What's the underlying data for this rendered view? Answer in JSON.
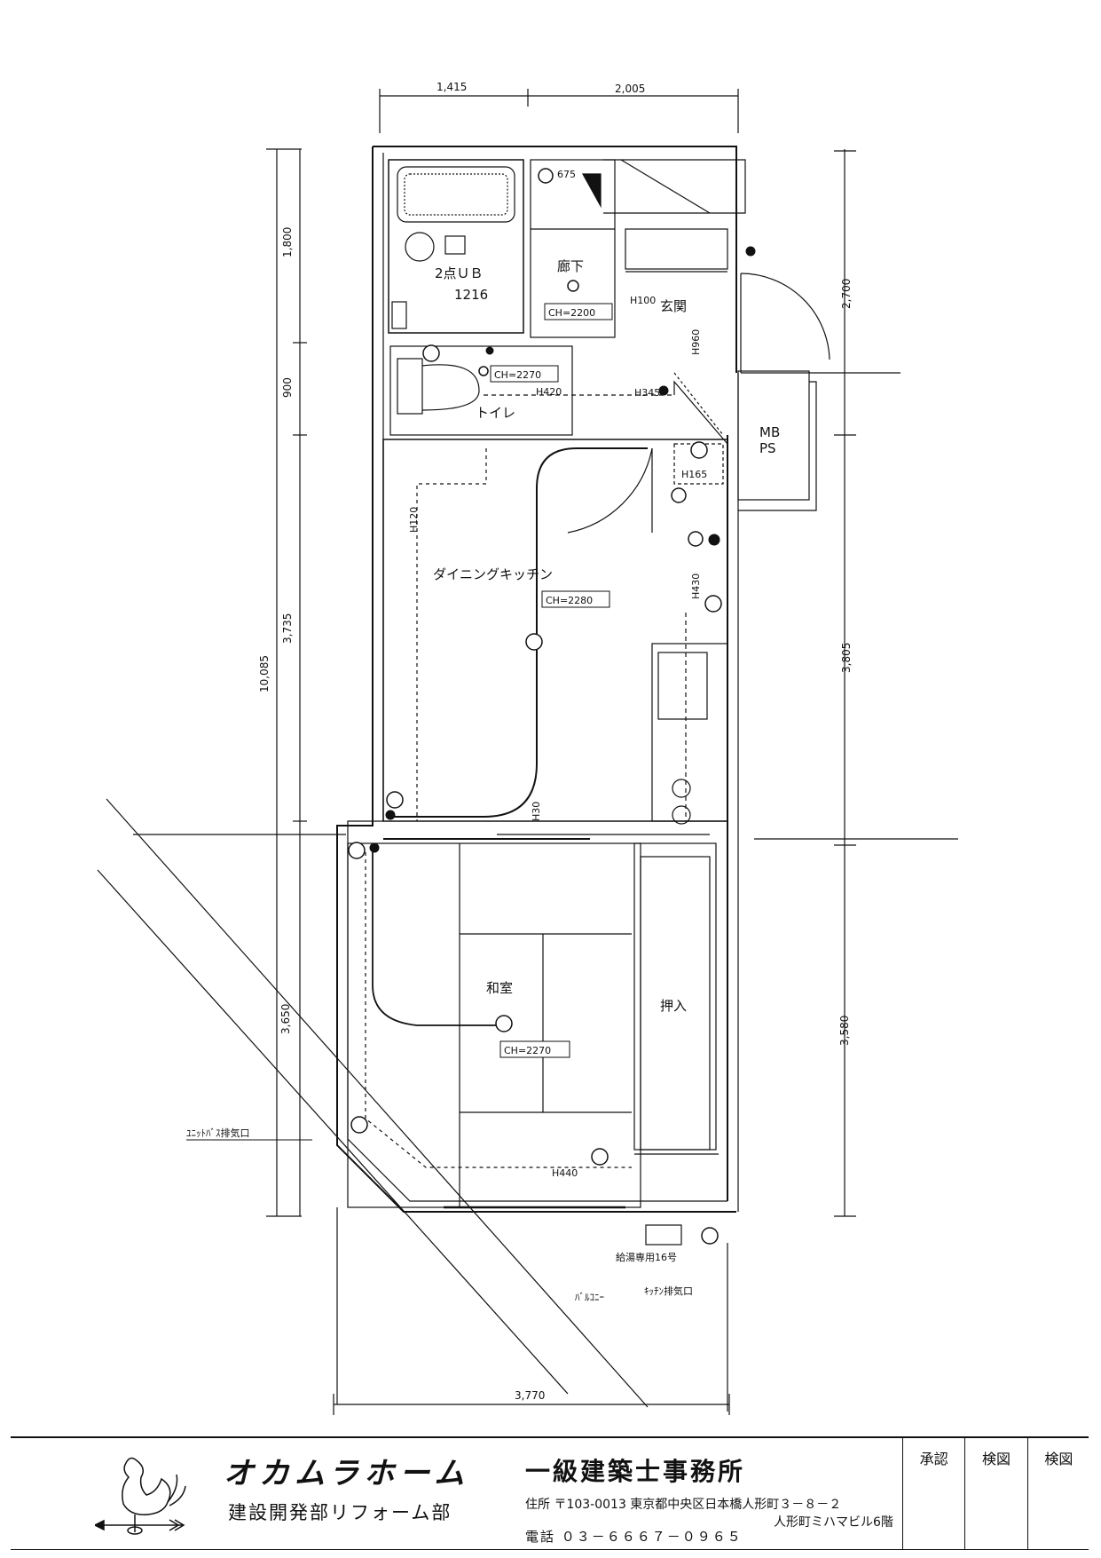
{
  "dimensions": {
    "top_left": "1,415",
    "top_right": "2,005",
    "left_upper": "1,800",
    "left_mid": "900",
    "left_lower": "3,735",
    "left_total": "10,085",
    "left_bottom": "3,650",
    "right_upper": "2,700",
    "right_mid": "3,805",
    "right_lower": "3,580",
    "bottom": "3,770"
  },
  "rooms": {
    "bath": "2点ＵＢ",
    "bath_size": "1216",
    "corridor": "廊下",
    "corridor_ch": "CH=2200",
    "entrance": "玄関",
    "toilet": "トイレ",
    "toilet_ch": "CH=2270",
    "mbps_1": "MB",
    "mbps_2": "PS",
    "dining": "ダイニングキッチン",
    "dining_ch": "CH=2280",
    "washitsu": "和室",
    "washitsu_ch": "CH=2270",
    "oshiire": "押入"
  },
  "heights": {
    "h675": "675",
    "h100": "H100",
    "h960": "H960",
    "h420": "H420",
    "h345": "H345",
    "h165": "H165",
    "h120": "H120",
    "h430": "H430",
    "h30": "H30",
    "h440": "H440"
  },
  "notes": {
    "ub_vent": "ﾕﾆｯﾄﾊﾞｽ排気口",
    "water_heater": "給湯専用16号",
    "balcony": "ﾊﾞﾙｺﾆｰ",
    "kitchen_vent": "ｷｯﾁﾝ排気口"
  },
  "title_block": {
    "brand": "オカムラホーム",
    "department": "建設開発部リフォーム部",
    "office": "一級建築士事務所",
    "address1": "住所 〒103-0013 東京都中央区日本橋人形町３－８－２",
    "address2": "人形町ミハマビル6階",
    "tel": "電話 ０３－６６６７－０９６５",
    "approve": "承認",
    "check1": "検図",
    "check2": "検図"
  },
  "colors": {
    "ink": "#111111",
    "paper": "#ffffff"
  }
}
